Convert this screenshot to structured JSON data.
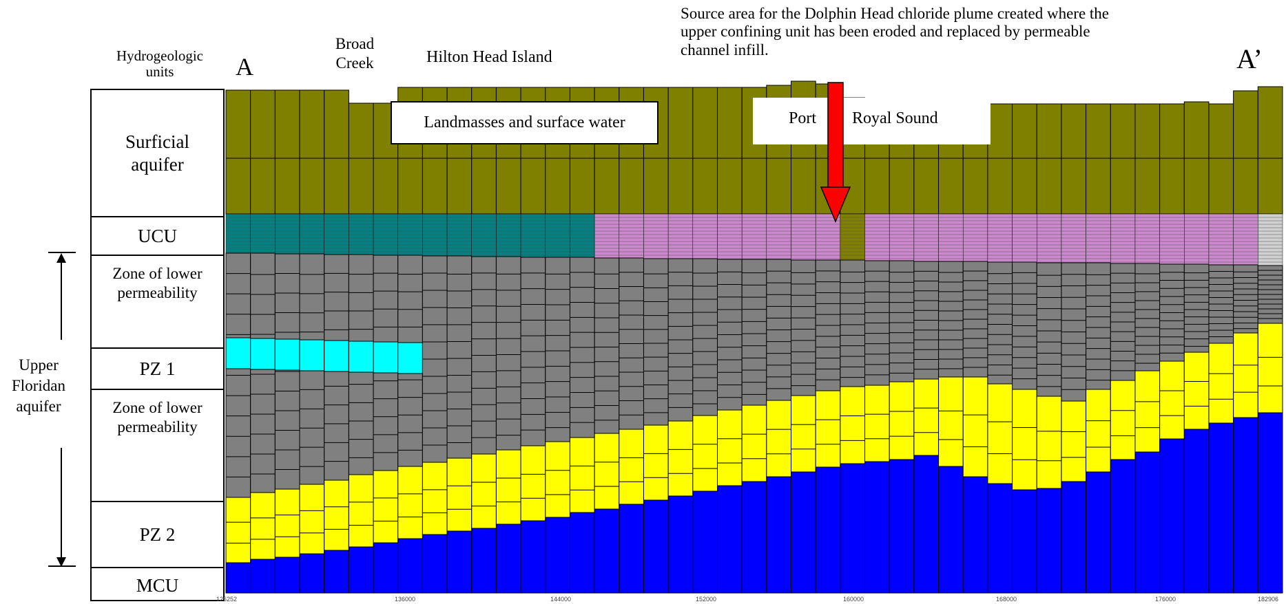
{
  "headings": {
    "hydro_units": "Hydrogeologic\nunits",
    "section_start": "A",
    "section_end": "A’",
    "broad_creek": "Broad\nCreek",
    "hilton_head": "Hilton Head Island",
    "source_note": "Source area for the Dolphin Head chloride plume created where the\nupper confining unit has been eroded and replaced by permeable\nchannel infill."
  },
  "units": [
    {
      "key": "surficial",
      "label": "Surficial\naquifer"
    },
    {
      "key": "ucu",
      "label": "UCU"
    },
    {
      "key": "zone1",
      "label": "Zone of lower\npermeability"
    },
    {
      "key": "pz1",
      "label": "PZ  1"
    },
    {
      "key": "zone2",
      "label": "Zone of lower\npermeability"
    },
    {
      "key": "pz2",
      "label": "PZ  2"
    },
    {
      "key": "mcu",
      "label": "MCU"
    }
  ],
  "upper_floridan_label": "Upper\nFloridan\naquifer",
  "callouts": {
    "landmasses": "Landmasses and surface water",
    "port": "Port",
    "royal_sound": "Royal Sound"
  },
  "axis_ticks": [
    "126252",
    "136000",
    "144000",
    "152000",
    "160000",
    "168000",
    "176000",
    "182906"
  ],
  "colors": {
    "surficial": "#808000",
    "ucu_west": "#008080",
    "ucu_east": "#cc88cc",
    "ucu_far_east": "#d0d0d0",
    "zone_lower_permeability": "#808080",
    "pz1": "#00ffff",
    "pz2": "#ffff00",
    "basement": "#0000ff",
    "arrow": "#ff0000"
  }
}
